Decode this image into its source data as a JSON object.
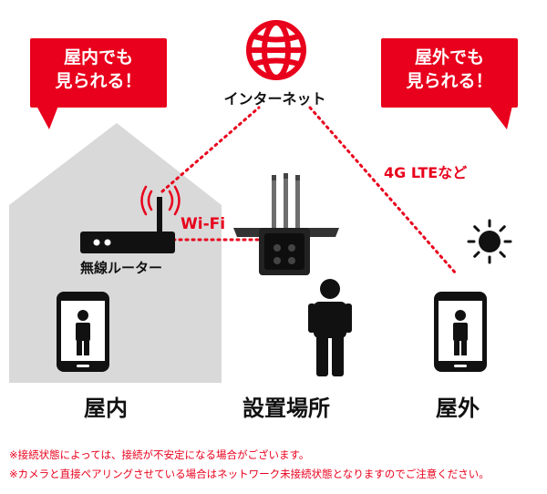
{
  "bubbles": {
    "indoor_line1": "屋内でも",
    "indoor_line2": "見られる！",
    "outdoor_line1": "屋外でも",
    "outdoor_line2": "見られる！"
  },
  "labels": {
    "internet": "インターネット",
    "router": "無線ルーター",
    "wifi": "Wi-Fi",
    "lte": "4G LTEなど",
    "indoor": "屋内",
    "install_location": "設置場所",
    "outdoor": "屋外"
  },
  "notes": [
    "※接続状態によっては、接続が不安定になる場合がございます。",
    "※カメラと直接ペアリングさせている場合はネットワーク未接続状態となりますのでご注意ください。"
  ],
  "colors": {
    "accent": "#e8001c",
    "house": "#d9d9d9",
    "dark": "#111111"
  },
  "icons": [
    "globe-icon",
    "router-icon",
    "signal-icon",
    "camera-icon",
    "sun-icon",
    "smartphone-icon",
    "person-icon"
  ]
}
